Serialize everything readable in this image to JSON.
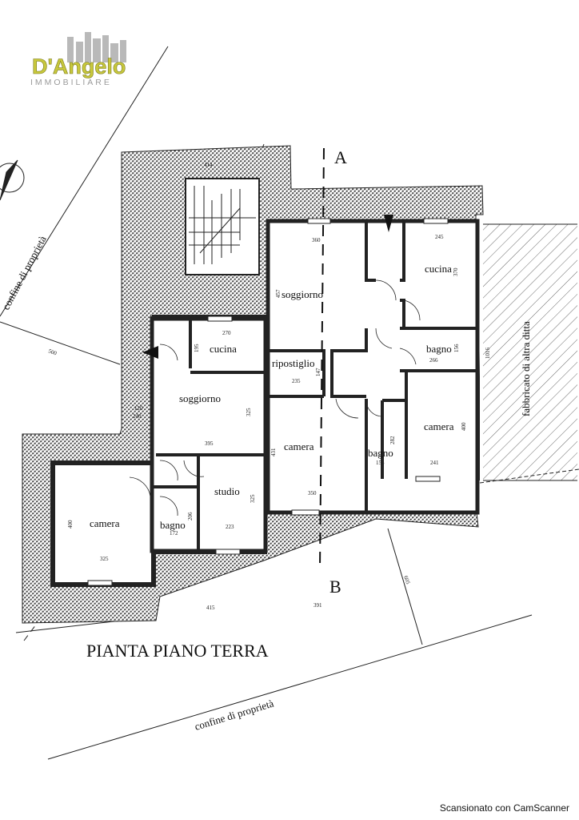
{
  "logo": {
    "main": "D'Angelo",
    "sub": "IMMOBILIARE"
  },
  "title": "PIANTA PIANO TERRA",
  "sections": {
    "a": "A",
    "b": "B"
  },
  "labels": {
    "confine_left": "confine di proprietà",
    "confine_bottom": "confine di proprietà",
    "fabbricato": "fabbricato di altra ditta"
  },
  "rooms": {
    "soggiorno_left": "soggiorno",
    "cucina_left": "cucina",
    "studio": "studio",
    "camera_left": "camera",
    "bagno_left": "bagno",
    "ripostiglio": "ripostiglio",
    "camera_mid": "camera",
    "soggiorno_right": "soggiorno",
    "cucina_right": "cucina",
    "bagno_right": "bagno",
    "bagno_mid": "bagno",
    "camera_right": "camera"
  },
  "dims": {
    "d360": "360",
    "d245": "245",
    "d370": "370",
    "d457": "457",
    "d270": "270",
    "d195": "195",
    "d235": "235",
    "d147": "147",
    "d266": "266",
    "d156": "156",
    "d1016": "1016",
    "d120": "120",
    "d240": "240",
    "d395": "395",
    "d325a": "325",
    "d431": "431",
    "d350": "350",
    "d282": "282",
    "d155": "155",
    "d400a": "400",
    "d241": "241",
    "d400b": "400",
    "d325b": "325",
    "d172": "172",
    "d206": "206",
    "d325c": "325",
    "d223": "223",
    "d415": "415",
    "d391": "391",
    "d500": "500",
    "d605": "605",
    "d414": "414"
  },
  "footer": {
    "scan": "Scansionato con CamScanner"
  }
}
